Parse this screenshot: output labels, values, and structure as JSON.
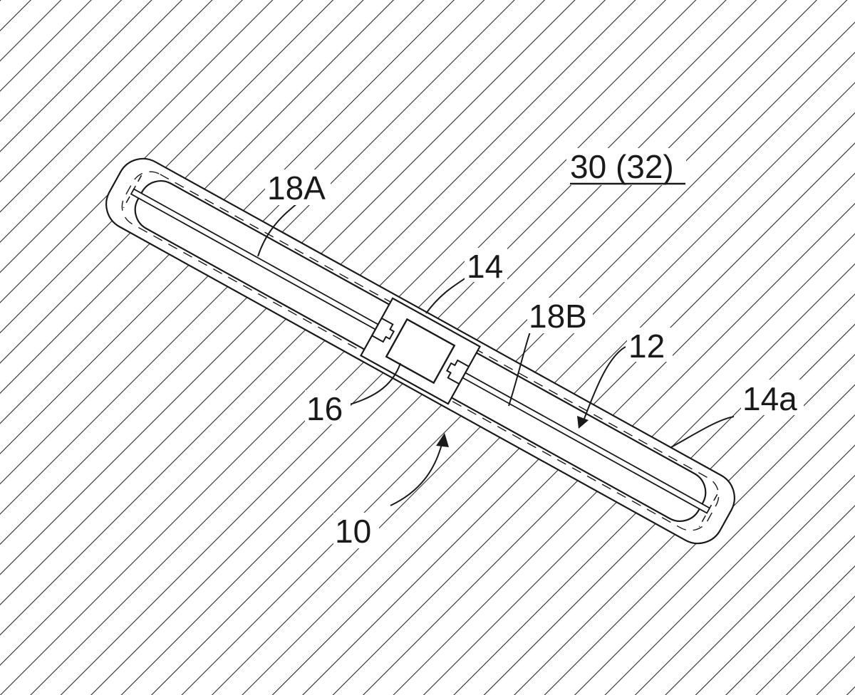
{
  "figure": {
    "reference_numerals": {
      "material": "30 (32)",
      "antenna_element_a": "18A",
      "substrate": "14",
      "antenna_element_b": "18B",
      "module": "12",
      "substrate_face": "14a",
      "ic_chip": "16",
      "tag": "10"
    },
    "colors": {
      "background": "#ffffff",
      "line": "#1a1a1a",
      "hatch": "#2a2a2a"
    }
  }
}
